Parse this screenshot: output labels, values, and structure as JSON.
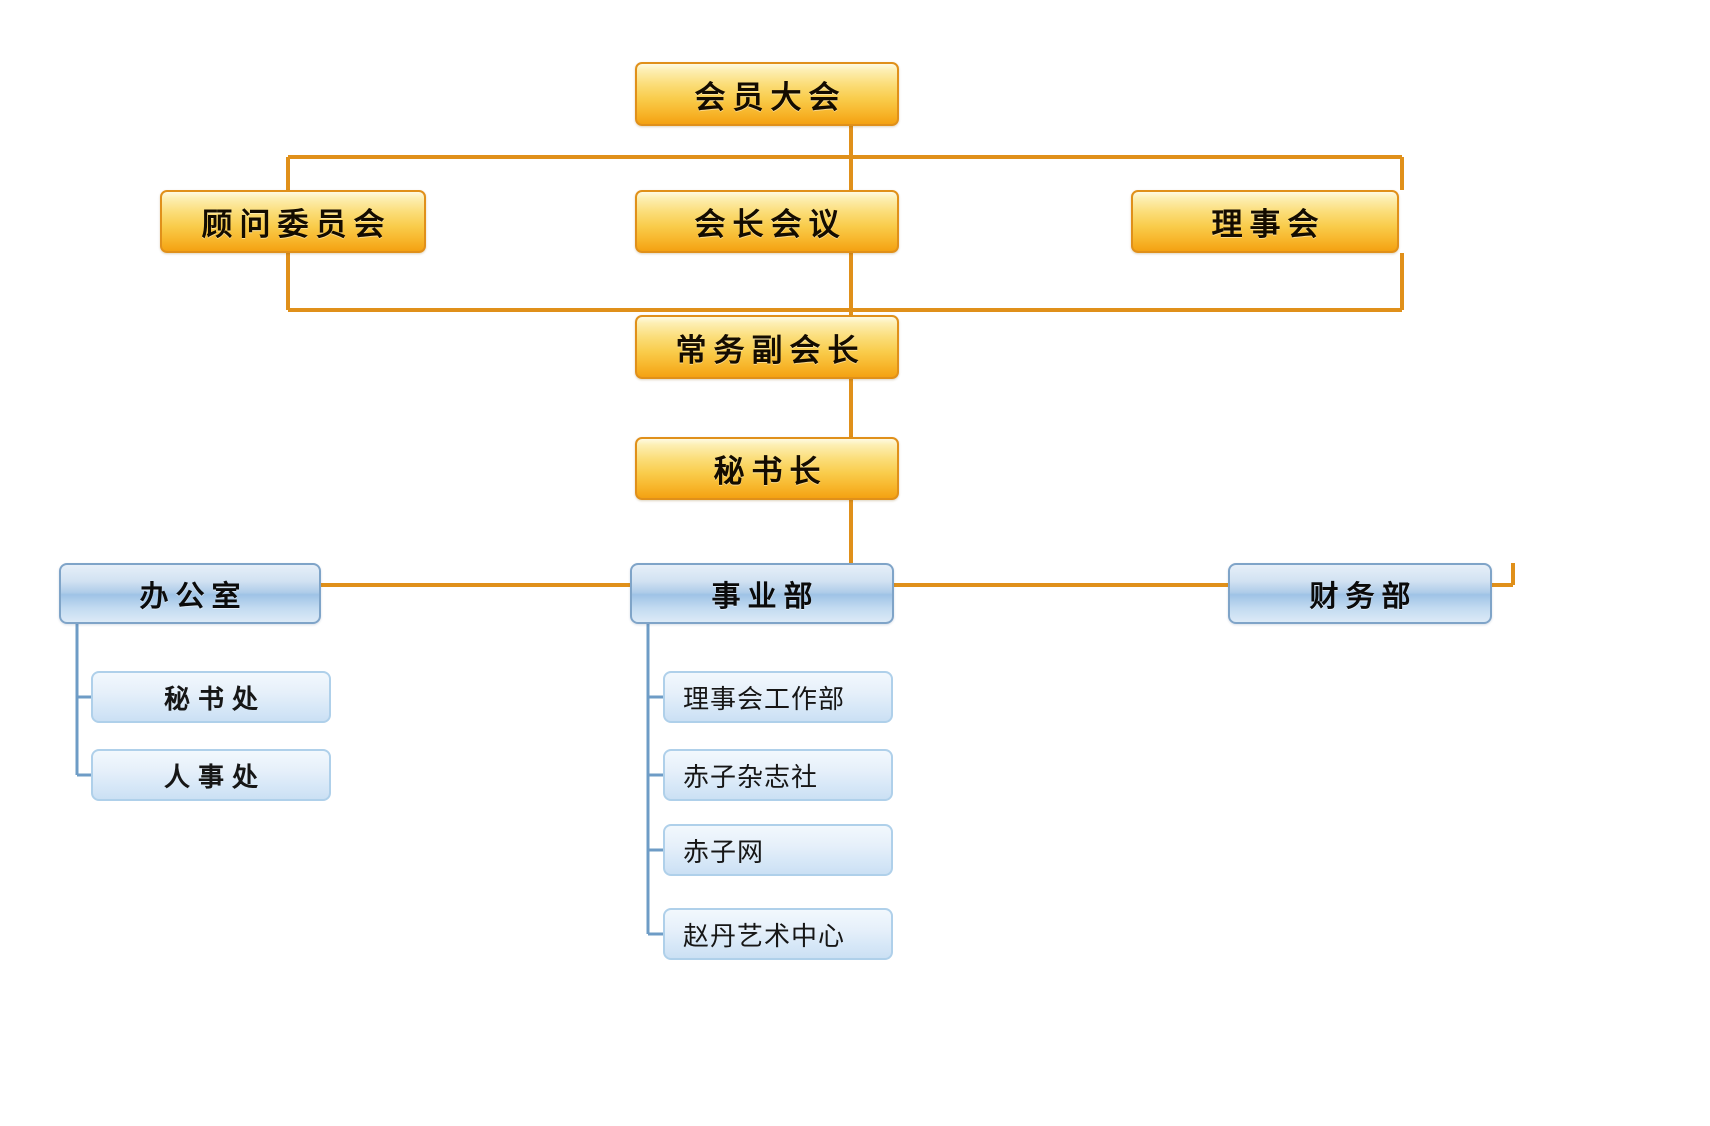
{
  "chart": {
    "type": "org-chart",
    "title": "",
    "palette": {
      "executive_fill_top": "#FEFAE2",
      "executive_fill_bottom": "#F4A112",
      "executive_border": "#E0901A",
      "department_fill_top": "#E6EFF8",
      "department_fill_mid": "#9FC3E6",
      "department_border": "#7FA4C8",
      "subunit_fill_top": "#F2F8FD",
      "subunit_fill_bottom": "#CBE0F4",
      "subunit_border": "#AFD0EA",
      "connector_orange": "#E0901A",
      "connector_blue": "#6E9CC6",
      "background": "#FFFFFF"
    },
    "levels": [
      {
        "level": 1,
        "style": "executive",
        "nodes": [
          "assembly"
        ]
      },
      {
        "level": 2,
        "style": "executive",
        "nodes": [
          "advisory",
          "presidents",
          "board"
        ]
      },
      {
        "level": 3,
        "style": "executive",
        "nodes": [
          "exec_vp"
        ]
      },
      {
        "level": 4,
        "style": "executive",
        "nodes": [
          "secretary_general"
        ]
      },
      {
        "level": 5,
        "style": "department",
        "nodes": [
          "office",
          "business",
          "finance"
        ]
      },
      {
        "level": 6,
        "style": "subunit",
        "nodes": [
          "secretariat",
          "personnel",
          "board_work",
          "magazine",
          "website",
          "art_center"
        ]
      }
    ],
    "nodes": {
      "assembly": {
        "label": "会员大会",
        "level": 1,
        "style": "executive"
      },
      "advisory": {
        "label": "顾问委员会",
        "level": 2,
        "style": "executive"
      },
      "presidents": {
        "label": "会长会议",
        "level": 2,
        "style": "executive"
      },
      "board": {
        "label": "理事会",
        "level": 2,
        "style": "executive"
      },
      "exec_vp": {
        "label": "常务副会长",
        "level": 3,
        "style": "executive"
      },
      "secretary_general": {
        "label": "秘书长",
        "level": 4,
        "style": "executive"
      },
      "office": {
        "label": "办公室",
        "level": 5,
        "style": "department"
      },
      "business": {
        "label": "事业部",
        "level": 5,
        "style": "department"
      },
      "finance": {
        "label": "财务部",
        "level": 5,
        "style": "department"
      },
      "secretariat": {
        "label": "秘书处",
        "level": 6,
        "style": "subunit",
        "parent": "office"
      },
      "personnel": {
        "label": "人事处",
        "level": 6,
        "style": "subunit",
        "parent": "office"
      },
      "board_work": {
        "label": "理事会工作部",
        "level": 6,
        "style": "subunit",
        "parent": "business"
      },
      "magazine": {
        "label": "赤子杂志社",
        "level": 6,
        "style": "subunit",
        "parent": "business"
      },
      "website": {
        "label": "赤子网",
        "level": 6,
        "style": "subunit",
        "parent": "business"
      },
      "art_center": {
        "label": "赵丹艺术中心",
        "level": 6,
        "style": "subunit",
        "parent": "business"
      }
    },
    "edges": [
      {
        "from": "assembly",
        "to": "advisory"
      },
      {
        "from": "assembly",
        "to": "presidents"
      },
      {
        "from": "assembly",
        "to": "board"
      },
      {
        "from": "advisory",
        "to": "exec_vp"
      },
      {
        "from": "presidents",
        "to": "exec_vp"
      },
      {
        "from": "board",
        "to": "exec_vp"
      },
      {
        "from": "exec_vp",
        "to": "secretary_general"
      },
      {
        "from": "secretary_general",
        "to": "office"
      },
      {
        "from": "secretary_general",
        "to": "business"
      },
      {
        "from": "secretary_general",
        "to": "finance"
      },
      {
        "from": "office",
        "to": "secretariat"
      },
      {
        "from": "office",
        "to": "personnel"
      },
      {
        "from": "business",
        "to": "board_work"
      },
      {
        "from": "business",
        "to": "magazine"
      },
      {
        "from": "business",
        "to": "website"
      },
      {
        "from": "business",
        "to": "art_center"
      }
    ]
  }
}
